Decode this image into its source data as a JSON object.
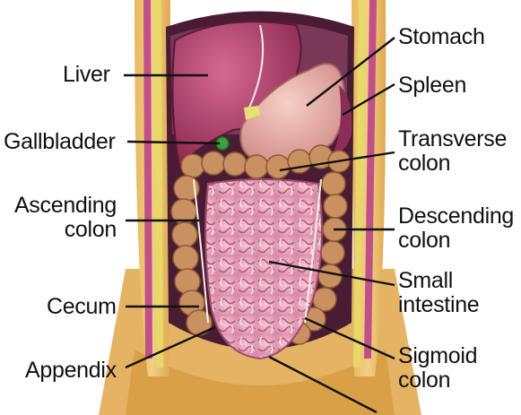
{
  "labels": {
    "liver": "Liver",
    "gallbladder": "Gallbladder",
    "ascending_colon": [
      "Ascending",
      "colon"
    ],
    "cecum": "Cecum",
    "appendix": "Appendix",
    "stomach": "Stomach",
    "spleen": "Spleen",
    "transverse_colon": [
      "Transverse",
      "colon"
    ],
    "descending_colon": [
      "Descending",
      "colon"
    ],
    "small_intestine": [
      "Small",
      "intestine"
    ],
    "sigmoid_colon": [
      "Sigmoid",
      "colon"
    ]
  },
  "colors": {
    "liver": "#b0406a",
    "abdominal_wall": "#d9a048",
    "cavity": "#6a3048",
    "stomach": "#e2a8a0",
    "colon": "#c89060",
    "small_intestine": "#e6a2b8",
    "gallbladder": "#3aa040",
    "leader_line": "#111111"
  }
}
